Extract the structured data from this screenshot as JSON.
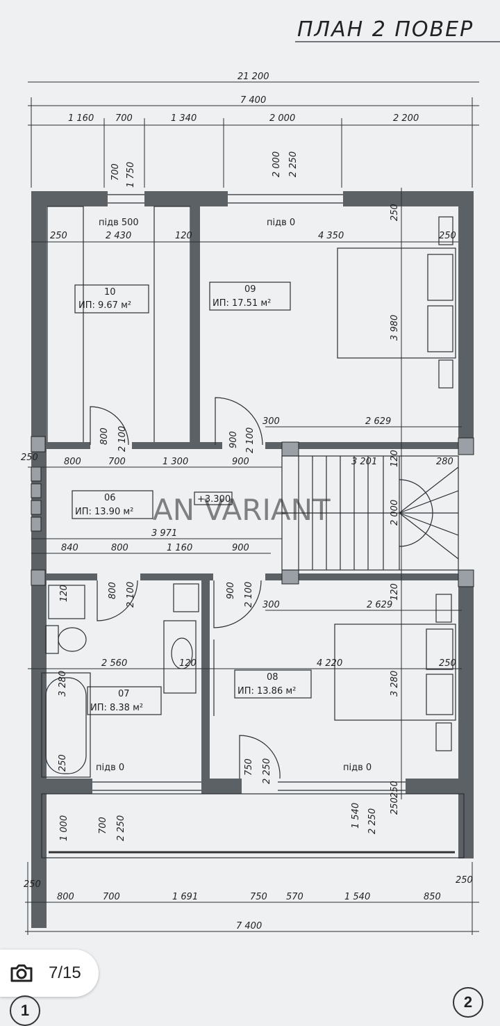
{
  "title": "ПЛАН 2 ПОВЕР",
  "watermark": "AN VARIANT",
  "level_mark": "+3.300",
  "photo_counter": "7/15",
  "sheet_left": "1",
  "sheet_right": "2",
  "icons": {
    "camera": "camera-icon"
  },
  "dims_top_total": "21 200",
  "dims_top_width": "7 400",
  "dims_top_row": [
    "1 160",
    "700",
    "1 340",
    "2 000",
    "2 200"
  ],
  "dims_vertical_window_left": [
    "700",
    "1 750"
  ],
  "dims_vertical_window_mid": [
    "2 000",
    "2 250"
  ],
  "dims_upper_inner": [
    "250",
    "2 430",
    "120",
    "4 350",
    "250",
    "250"
  ],
  "sill_labels": [
    "підв 500",
    "підв 0",
    "підв 0",
    "підв 0"
  ],
  "rooms": [
    {
      "number": "10",
      "area": "ИП: 9.67 м²"
    },
    {
      "number": "09",
      "area": "ИП: 17.51 м²"
    },
    {
      "number": "06",
      "area": "ИП: 13.90 м²"
    },
    {
      "number": "07",
      "area": "ИП: 8.38 м²"
    },
    {
      "number": "08",
      "area": "ИП: 13.86 м²"
    }
  ],
  "dims_room09_height": "3 980",
  "dims_door_upper": [
    "800",
    "2 100",
    "900",
    "2 100",
    "300",
    "2 629"
  ],
  "dims_hall_upper_row": [
    "250",
    "800",
    "700",
    "1 300",
    "900",
    "3 201",
    "120",
    "280"
  ],
  "dims_stair": [
    "2 000",
    "3 971"
  ],
  "dims_hall_lower_row": [
    "840",
    "800",
    "1 160",
    "900"
  ],
  "dims_door_lower": [
    "120",
    "800",
    "2 100",
    "900",
    "2 100",
    "300",
    "2 629",
    "120"
  ],
  "dims_lower_inner": [
    "2 560",
    "120",
    "4 220",
    "250"
  ],
  "dims_lower_vertical": [
    "3 280",
    "3 280",
    "250"
  ],
  "dims_door_bottom": [
    "750",
    "2 250",
    "250"
  ],
  "dims_window_bottom": [
    "1 000",
    "700",
    "2 250",
    "1 540",
    "2 250",
    "250"
  ],
  "dims_bottom_row": [
    "250",
    "800",
    "700",
    "1 691",
    "750",
    "570",
    "1 540",
    "850",
    "250"
  ],
  "dims_bottom_total": "7 400"
}
